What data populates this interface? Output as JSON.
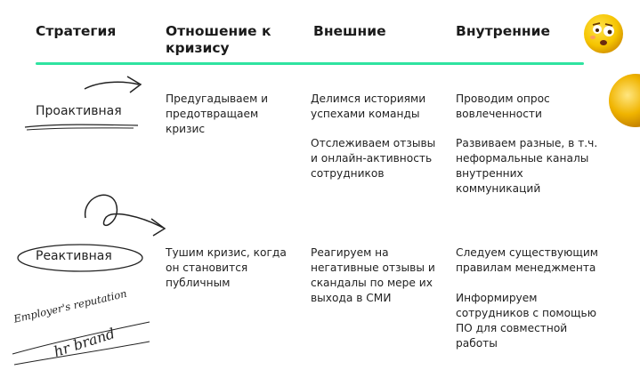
{
  "headers": {
    "strategy": "Стратегия",
    "attitude": "Отношение к кризису",
    "external": "Внешние",
    "internal": "Внутренние"
  },
  "rows": [
    {
      "label": "Проактивная",
      "attitude": "Предугадываем и предотвращаем кризис",
      "external": [
        "Делимся историями успехами команды",
        "Отслеживаем отзывы и онлайн-активность сотрудников"
      ],
      "internal": [
        "Проводим опрос вовлеченности",
        "Развиваем разные, в т.ч. неформальные каналы внутренних коммуникаций"
      ]
    },
    {
      "label": "Реактивная",
      "attitude": "Тушим кризис, когда он становится публичным",
      "external": [
        "Реагируем на негативные отзывы и скандалы по мере их выхода в СМИ"
      ],
      "internal": [
        "Следуем существующим правилам менеджмента",
        "Информируем сотрудников с помощью ПО для совместной работы"
      ]
    }
  ],
  "handwriting": {
    "line1": "Employer's reputation",
    "line2": "hr brand"
  },
  "colors": {
    "accent_line": "#2fe3a0",
    "emoji_yellow": "#f5c400"
  },
  "icons": [
    "dizzy-face-emoji-icon",
    "gold-sphere-icon"
  ]
}
